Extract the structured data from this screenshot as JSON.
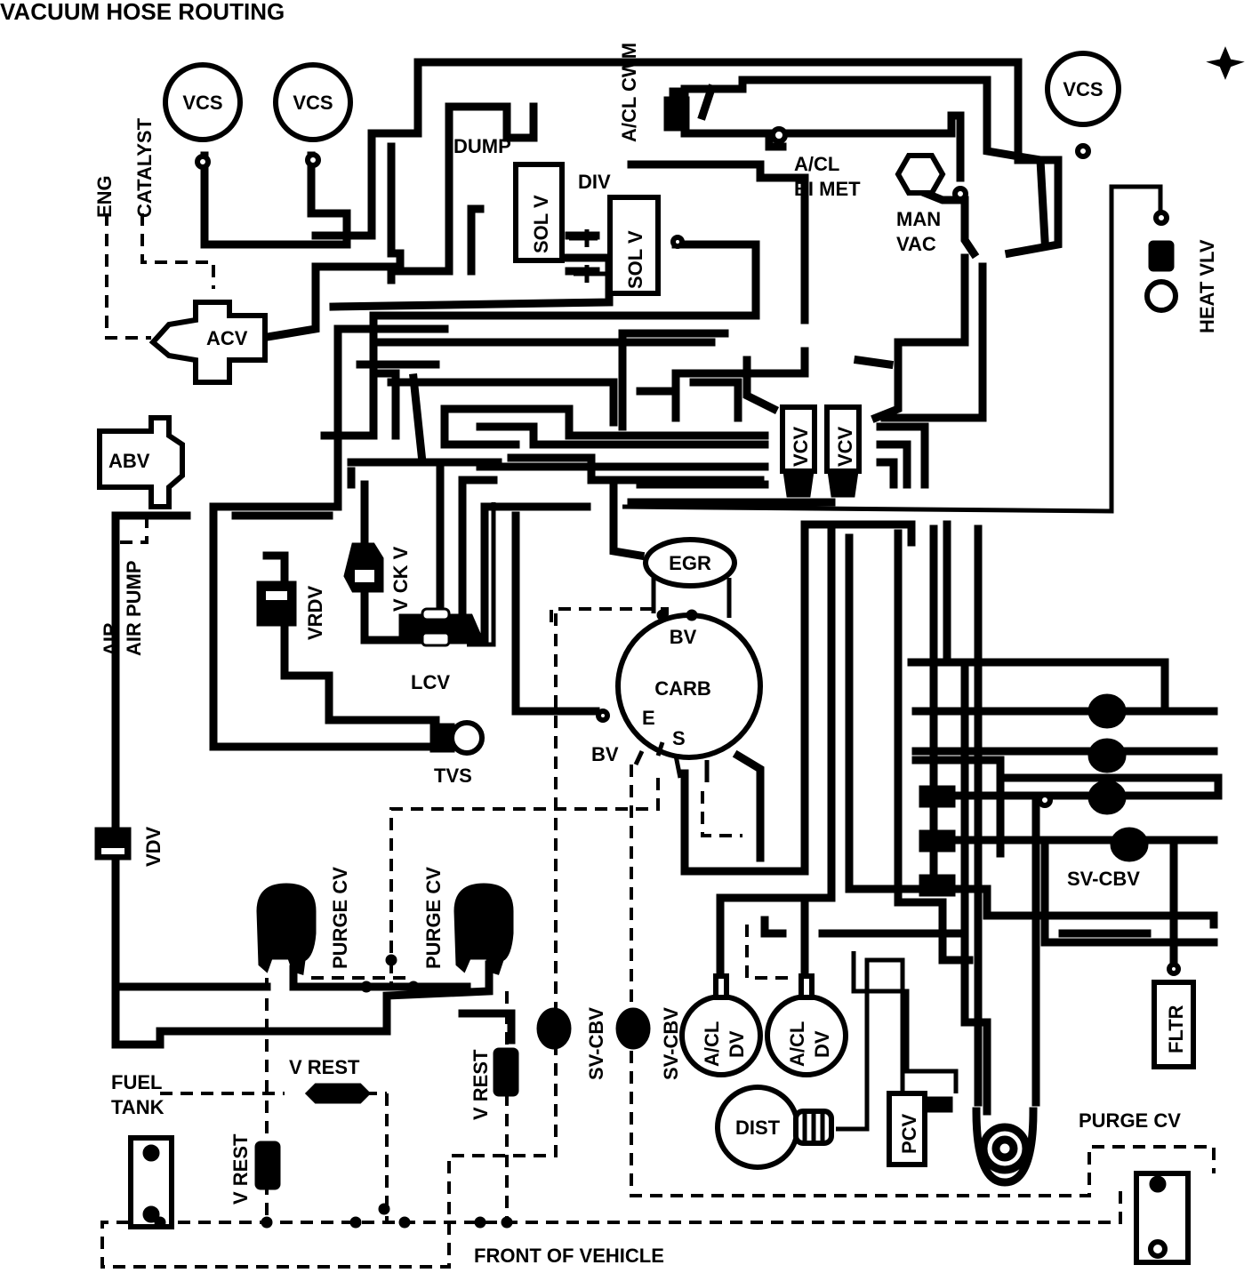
{
  "title": "VACUUM HOSE ROUTING",
  "labels": {
    "vcs": "VCS",
    "catalyst": "CATALYST",
    "eng": "ENG",
    "dump": "DUMP",
    "sol_v": "SOL V",
    "div": "DIV",
    "acl_cwm": "A/CL CWM",
    "acl_bimet_1": "A/CL",
    "acl_bimet_2": "BI MET",
    "man_vac_1": "MAN",
    "man_vac_2": "VAC",
    "heat_vlv": "HEAT VLV",
    "acv": "ACV",
    "abv": "ABV",
    "vcv": "VCV",
    "air_pump": "AIR PUMP",
    "vrdv": "VRDV",
    "v_ck_v": "V CK V",
    "lcv": "LCV",
    "egr": "EGR",
    "bv": "BV",
    "carb": "CARB",
    "e": "E",
    "s": "S",
    "tvs": "TVS",
    "vdv": "VDV",
    "purge_cv": "PURGE CV",
    "sv_cbv": "SV-CBV",
    "acl_dv_1": "A/CL",
    "acl_dv_2": "DV",
    "dist": "DIST",
    "pcv": "PCV",
    "fltr": "FLTR",
    "fuel_tank_1": "FUEL",
    "fuel_tank_2": "TANK",
    "v_rest": "V REST",
    "front_of_vehicle": "FRONT OF VEHICLE"
  }
}
